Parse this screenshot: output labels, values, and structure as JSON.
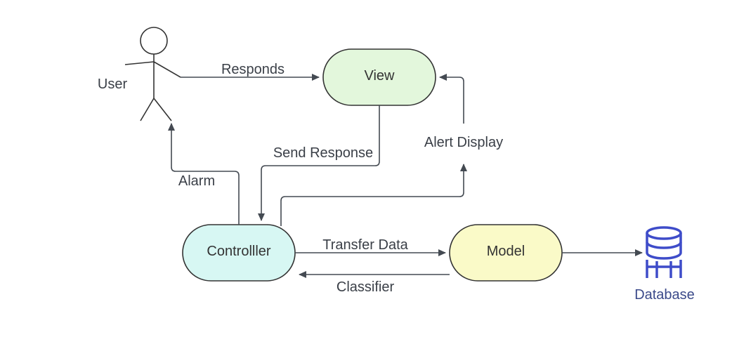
{
  "diagram": {
    "actor": {
      "label": "User"
    },
    "nodes": {
      "view": {
        "label": "View",
        "fill": "#e3f7dc"
      },
      "controller": {
        "label": "Controlller",
        "fill": "#d7f7f3"
      },
      "model": {
        "label": "Model",
        "fill": "#fafac8"
      },
      "database": {
        "label": "Database",
        "icon": "database-icon",
        "color": "#3e4cc9"
      }
    },
    "edges": {
      "responds": "Responds",
      "send_response": "Send Response",
      "alert_display": "Alert Display",
      "alarm": "Alarm",
      "transfer_data": "Transfer Data",
      "classifier": "Classifier"
    }
  }
}
